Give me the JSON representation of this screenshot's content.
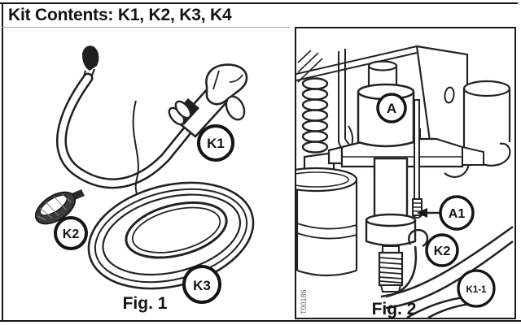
{
  "title": "Kit Contents: K1, K2, K3, K4",
  "figure1": {
    "caption": "Fig. 1",
    "callouts": {
      "k1": "K1",
      "k2": "K2",
      "k3": "K3"
    }
  },
  "figure2": {
    "caption": "Fig. 2",
    "drawing_number": "T00186",
    "callouts": {
      "a": "A",
      "a1": "A1",
      "k2": "K2",
      "k1_1": "K1-1"
    }
  },
  "colors": {
    "ink": "#232323",
    "border": "#161616",
    "underline": "#9e9e9e",
    "background": "#ffffff"
  }
}
